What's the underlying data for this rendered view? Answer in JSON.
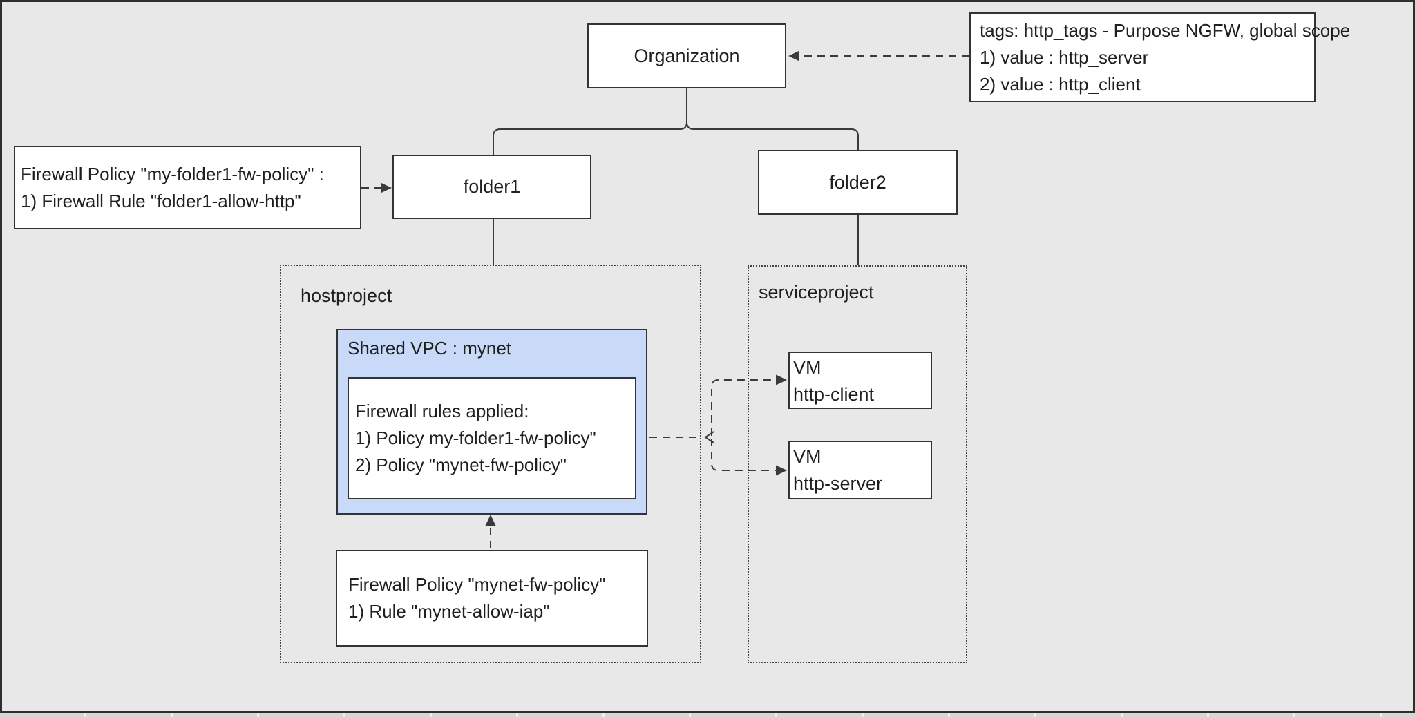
{
  "colors": {
    "canvas_bg": "#e8e8e8",
    "frame_border": "#2f2f2f",
    "node_border": "#333333",
    "node_fill": "#ffffff",
    "vpc_fill": "#c9daf8",
    "connector": "#3a3a3a",
    "text": "#1f1f1f"
  },
  "nodes": {
    "organization": {
      "label": "Organization"
    },
    "folder1": {
      "label": "folder1"
    },
    "folder2": {
      "label": "folder2"
    },
    "tags_note": {
      "lines": [
        "tags: http_tags - Purpose NGFW, global scope",
        "1) value : http_server",
        "2) value : http_client"
      ]
    },
    "folder1_policy_note": {
      "lines": [
        "Firewall Policy \"my-folder1-fw-policy\" :",
        "1) Firewall Rule \"folder1-allow-http\""
      ]
    },
    "hostproject": {
      "label": "hostproject"
    },
    "serviceproject": {
      "label": "serviceproject"
    },
    "shared_vpc": {
      "label": "Shared VPC : mynet"
    },
    "firewall_rules_note": {
      "lines": [
        "Firewall rules applied:",
        "1) Policy my-folder1-fw-policy\"",
        "2) Policy \"mynet-fw-policy\""
      ]
    },
    "mynet_policy_note": {
      "lines": [
        "Firewall Policy \"mynet-fw-policy\"",
        "1) Rule \"mynet-allow-iap\""
      ]
    },
    "vm_http_client": {
      "lines": [
        "VM",
        "http-client"
      ]
    },
    "vm_http_server": {
      "lines": [
        "VM",
        "http-server"
      ]
    }
  }
}
